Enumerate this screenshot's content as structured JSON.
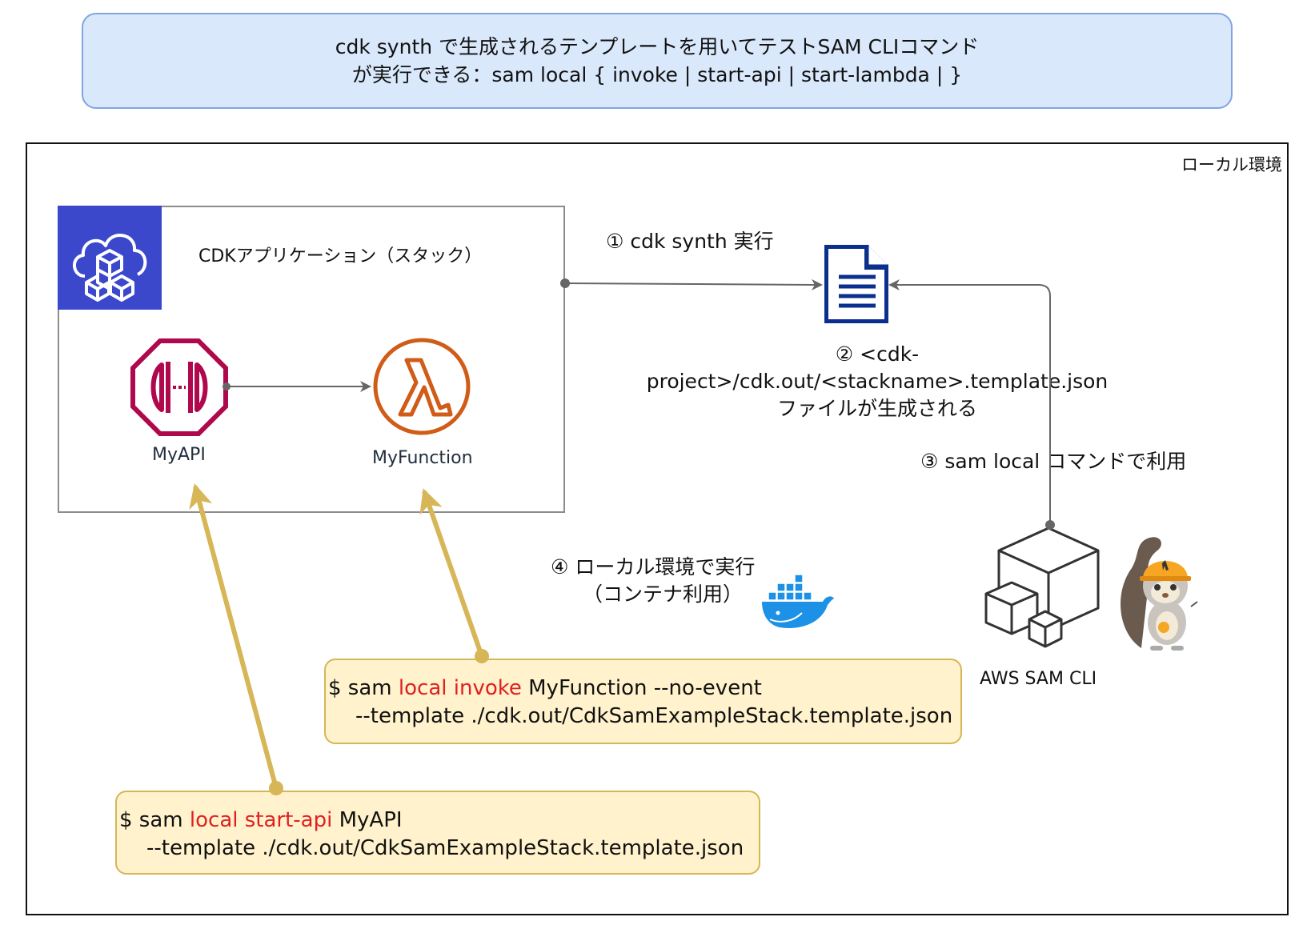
{
  "banner": {
    "line1": "cdk synth で生成されるテンプレートを用いてテストSAM CLIコマンド",
    "line2": "が実行できる：sam local { invoke | start-api | start-lambda | }"
  },
  "local_env": {
    "label": "ローカル環境"
  },
  "cdk_app": {
    "title": "CDKアプリケーション（スタック）",
    "api_label": "MyAPI",
    "function_label": "MyFunction"
  },
  "steps": {
    "step1": "① cdk synth 実行",
    "step2_line1": "② <cdk-project>/cdk.out/<stackname>.template.json",
    "step2_line2": "ファイルが生成される",
    "step3": "③ sam local コマンドで利用",
    "step4_line1": "④ ローカル環境で実行",
    "step4_line2": "（コンテナ利用）"
  },
  "sam_cli": {
    "label": "AWS SAM CLI"
  },
  "commands": {
    "invoke": {
      "prefix": "$ sam ",
      "keyword": "local invoke",
      "suffix": " MyFunction --no-event",
      "line2": "--template ./cdk.out/CdkSamExampleStack.template.json"
    },
    "start_api": {
      "prefix": "$ sam ",
      "keyword": "local start-api",
      "suffix": " MyAPI",
      "line2": "--template ./cdk.out/CdkSamExampleStack.template.json"
    }
  },
  "colors": {
    "banner_fill": "#dae8fc",
    "banner_border": "#7ea6e0",
    "cdk_icon": "#3b48cc",
    "api_gateway": "#b0084d",
    "lambda": "#d05c17",
    "command_fill": "#fff2cc",
    "command_border": "#d6b656",
    "gold_arrow": "#d6b656",
    "keyword": "#e02020",
    "document": "#0b2f8c",
    "docker": "#1d91e6"
  }
}
